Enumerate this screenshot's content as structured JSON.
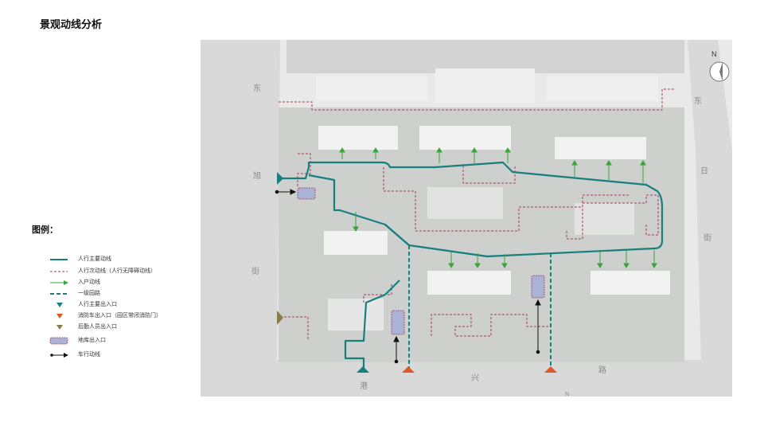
{
  "title": "景观动线分析",
  "legend": {
    "title": "图例：",
    "items": [
      {
        "label": "人行主要动线"
      },
      {
        "label": "人行次动线（人行无障碍动线）"
      },
      {
        "label": "入户动线"
      },
      {
        "label": "一级园路"
      },
      {
        "label": "人行主要出入口"
      },
      {
        "label": "消防车出入口（园区常闭消防门）"
      },
      {
        "label": "后勤人员出入口"
      },
      {
        "label": "地库出入口"
      },
      {
        "label": "车行动线"
      }
    ]
  },
  "map": {
    "compass_label": "N",
    "bottom_label": "N",
    "roads": {
      "west": [
        "东",
        "旭",
        "街"
      ],
      "east": [
        "东",
        "日",
        "街"
      ],
      "south": [
        "港",
        "兴",
        "路"
      ]
    }
  },
  "colors": {
    "main_path": "#177f7f",
    "secondary_path": "#a83a5e",
    "entry_path": "#3aa43a",
    "fire_entrance": "#e0562a",
    "service_entrance": "#8b7a4a",
    "garage": "#aab3d6",
    "vehicle": "#111111"
  }
}
